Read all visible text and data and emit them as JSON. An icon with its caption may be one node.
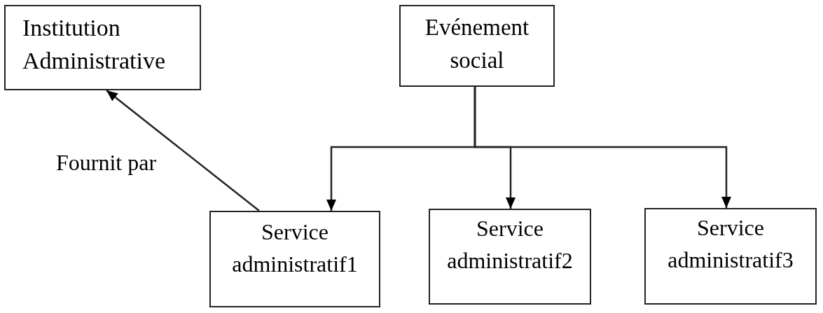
{
  "diagram": {
    "nodes": [
      {
        "text": [
          "Institution Administrative"
        ]
      },
      {
        "text": [
          "Evénement social"
        ]
      },
      {
        "text": [
          "Service administratif1"
        ]
      },
      {
        "text": [
          "Service administratif2"
        ]
      },
      {
        "text": [
          "Service administratif3"
        ]
      }
    ],
    "edges": [
      {
        "from": 2,
        "to": 0,
        "arrow": "to",
        "label": "Fournit par"
      },
      {
        "from": 1,
        "to": 2,
        "arrow": "to"
      },
      {
        "from": 1,
        "to": 3,
        "arrow": "to"
      },
      {
        "from": 1,
        "to": 4,
        "arrow": "to"
      }
    ]
  }
}
